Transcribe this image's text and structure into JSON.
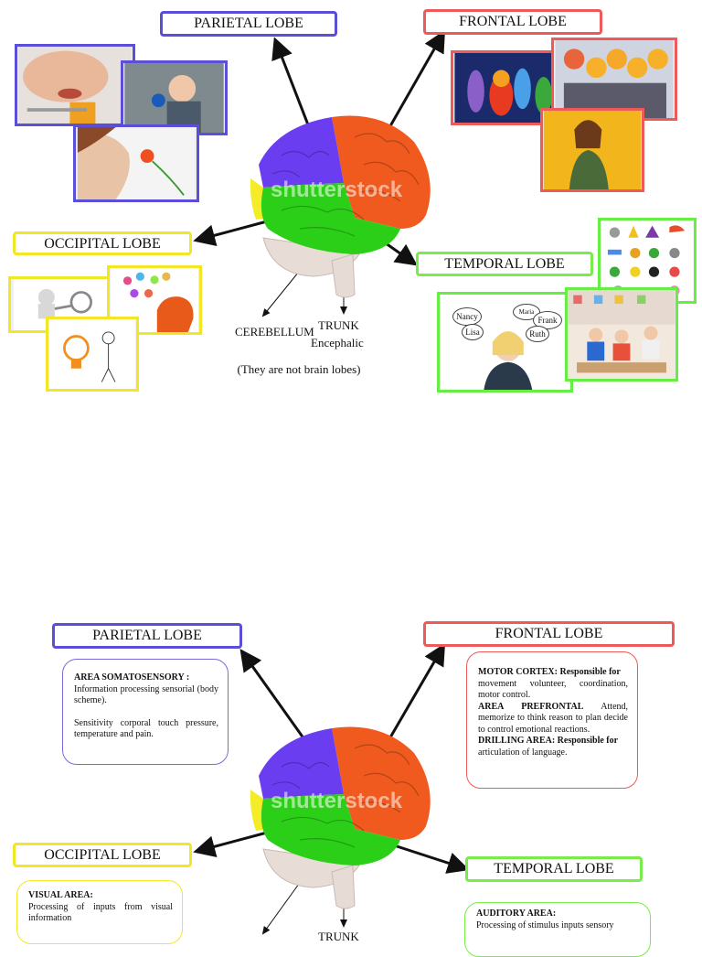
{
  "colors": {
    "parietal": "#5a4fd6",
    "frontal": "#ee5a5a",
    "occipital": "#f3e629",
    "temporal": "#78ec4a",
    "photo_parietal": "#5a4fd6",
    "photo_frontal": "#ee5a5a",
    "photo_occipital": "#ffee00",
    "photo_temporal": "#66ee44"
  },
  "watermark": "shutterstock",
  "top": {
    "parietal_label": "PARIETAL LOBE",
    "frontal_label": "FRONTAL LOBE",
    "occipital_label": "OCCIPITAL LOBE",
    "temporal_label": "TEMPORAL LOBE",
    "cerebellum_label": "CEREBELLUM",
    "trunk_label": "TRUNK",
    "encephalic_label": "Encephalic",
    "not_lobes_note": "(They are not brain lobes)",
    "bubble_names": [
      "Nancy",
      "Maria",
      "Lisa",
      "Frank",
      "Ruth"
    ]
  },
  "bottom": {
    "parietal_label": "PARIETAL LOBE",
    "frontal_label": "FRONTAL LOBE",
    "occipital_label": "OCCIPITAL LOBE",
    "temporal_label": "TEMPORAL LOBE",
    "trunk_label": "TRUNK",
    "parietal_info": {
      "title": "AREA SOMATOSENSORY :",
      "line1": "Information processing sensorial (body scheme).",
      "line2": "Sensitivity corporal touch pressure, temperature and pain."
    },
    "frontal_info": {
      "motor_title": "MOTOR CORTEX: Responsible for",
      "motor_text": "movement volunteer, coordination, motor control.",
      "prefrontal_title": "AREA PREFRONTAL",
      "prefrontal_text": "Attend, memorize to think reason to plan decide to control emotional reactions.",
      "drilling_title": "DRILLING AREA: Responsible for",
      "drilling_text": "articulation of language."
    },
    "occipital_info": {
      "title": "VISUAL AREA:",
      "text": "Processing of inputs from visual information"
    },
    "temporal_info": {
      "title": "AUDITORY AREA:",
      "text": "Processing of stimulus inputs sensory"
    }
  }
}
